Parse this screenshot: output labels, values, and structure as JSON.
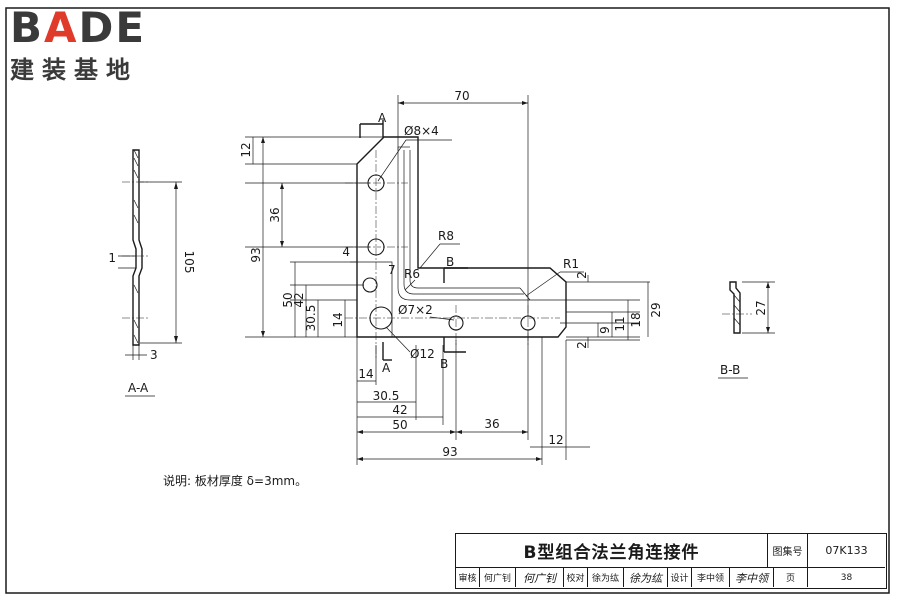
{
  "logo": {
    "brand_text": "BADE",
    "subtitle_text": "建装基地"
  },
  "drawing": {
    "section_label_aa": "A-A",
    "section_label_bb": "B-B",
    "cut_letter_a": "A",
    "cut_letter_b": "B",
    "callouts": {
      "hole_8x4": "Ø8×4",
      "hole_7x2": "Ø7×2",
      "hole_12": "Ø12",
      "radius_8": "R8",
      "radius_6": "R6",
      "radius_1": "R1"
    },
    "dims_aa": {
      "height": "105",
      "offset": "1",
      "thickness": "3"
    },
    "dims_bb": {
      "height": "27"
    },
    "dims_main": {
      "top_width": "70",
      "left_12": "12",
      "left_36": "36",
      "left_93": "93",
      "left_4": "4",
      "left_7": "7",
      "left_50": "50",
      "left_42": "42",
      "left_30_5": "30.5",
      "left_14": "14",
      "right_2": "2",
      "right_29": "29",
      "right_18": "18",
      "right_11": "11",
      "right_9": "9",
      "right_2b": "2",
      "bottom_14": "14",
      "bottom_30_5": "30.5",
      "bottom_42": "42",
      "bottom_50": "50",
      "bottom_36": "36",
      "bottom_12": "12",
      "bottom_93": "93"
    }
  },
  "note": {
    "text": "说明: 板材厚度 δ=3mm。"
  },
  "title_block": {
    "title": "B型组合法兰角连接件",
    "atlas_label": "图集号",
    "atlas_number": "07K133",
    "row": [
      "审核",
      "何广钊",
      "何广钊",
      "校对",
      "徐为纮",
      "徐为纮",
      "设计",
      "李中领",
      "李中领",
      "页",
      "38"
    ]
  },
  "colors": {
    "line": "#1a1a1a",
    "logo_gray": "#3a3a3a",
    "logo_accent": "#e03a2a"
  }
}
